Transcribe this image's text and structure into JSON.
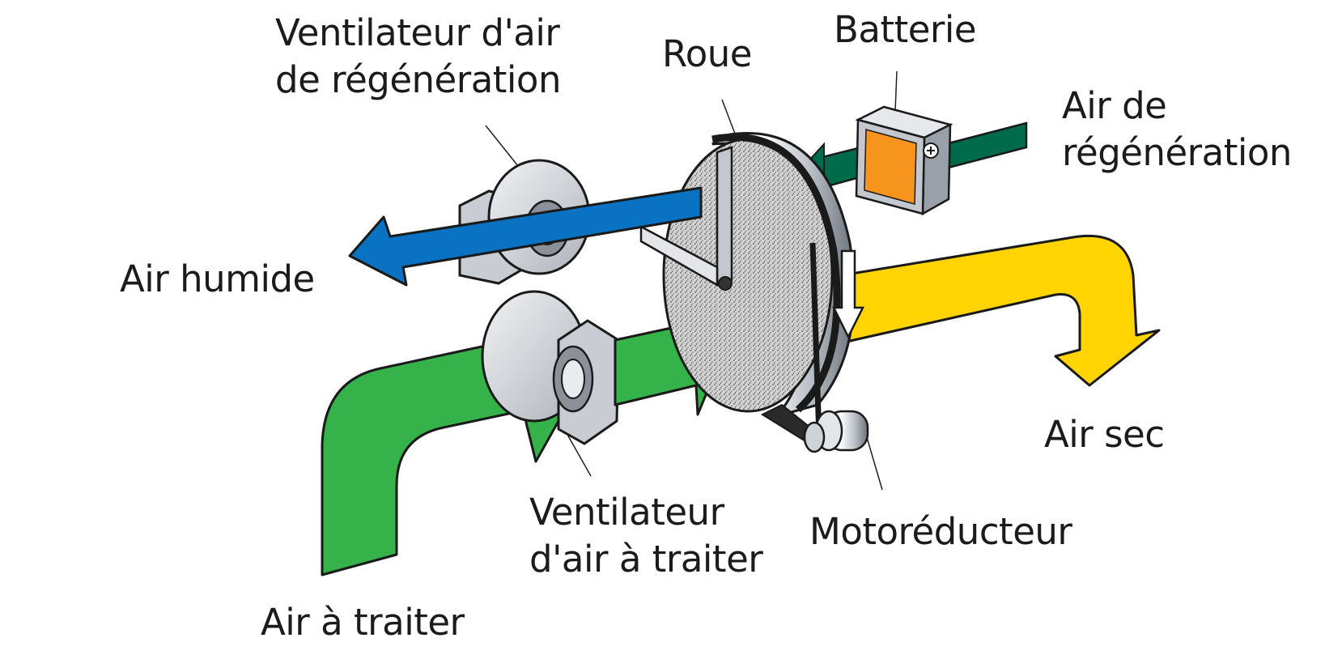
{
  "labels": {
    "regen_fan": [
      "Ventilateur d'air",
      "de régénération"
    ],
    "wheel": "Roue",
    "heater": "Batterie",
    "regen_air": [
      "Air de",
      "régénération"
    ],
    "humid_air": "Air humide",
    "dry_air": "Air sec",
    "process_fan": [
      "Ventilateur",
      "d'air à traiter"
    ],
    "motor": "Motoréducteur",
    "process_air": "Air à traiter"
  },
  "colors": {
    "process_air": "#35b34a",
    "humid_air": "#0a72c2",
    "dry_air": "#ffd400",
    "regen_duct": "#006b4a",
    "heater_element": "#f7941d",
    "outline": "#1a1a1a",
    "metal": "#c8ccd2"
  },
  "icons": {
    "heater_terminal": "plus-icon"
  }
}
